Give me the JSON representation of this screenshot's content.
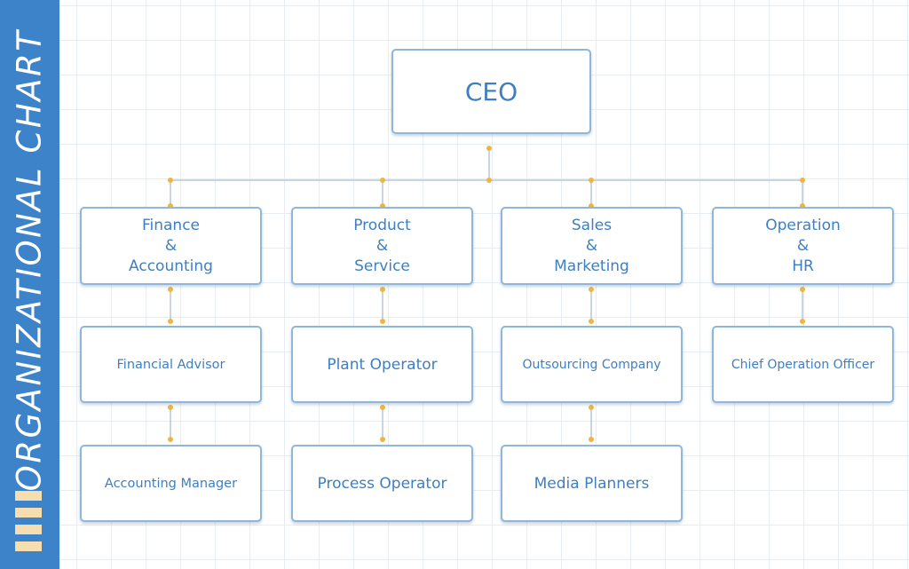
{
  "sidebar": {
    "title": "ORGANIZATIONAL CHART"
  },
  "chart": {
    "root": {
      "label": "CEO"
    },
    "departments": [
      {
        "label": "Finance\n&\nAccounting",
        "children": [
          "Financial Advisor",
          "Accounting Manager"
        ]
      },
      {
        "label": "Product\n&\nService",
        "children": [
          "Plant Operator",
          "Process Operator"
        ]
      },
      {
        "label": "Sales\n&\nMarketing",
        "children": [
          "Outsourcing Company",
          "Media Planners"
        ]
      },
      {
        "label": "Operation\n&\nHR",
        "children": [
          "Chief Operation Officer"
        ]
      }
    ]
  },
  "colors": {
    "side_band": "#3d83c9",
    "node_text": "#3e7fc1",
    "node_border": "#8fb6db",
    "connector": "#b6c8da",
    "connector_dot": "#f0b540",
    "stripes": "#f6deb0",
    "grid": "#e8edf2"
  }
}
